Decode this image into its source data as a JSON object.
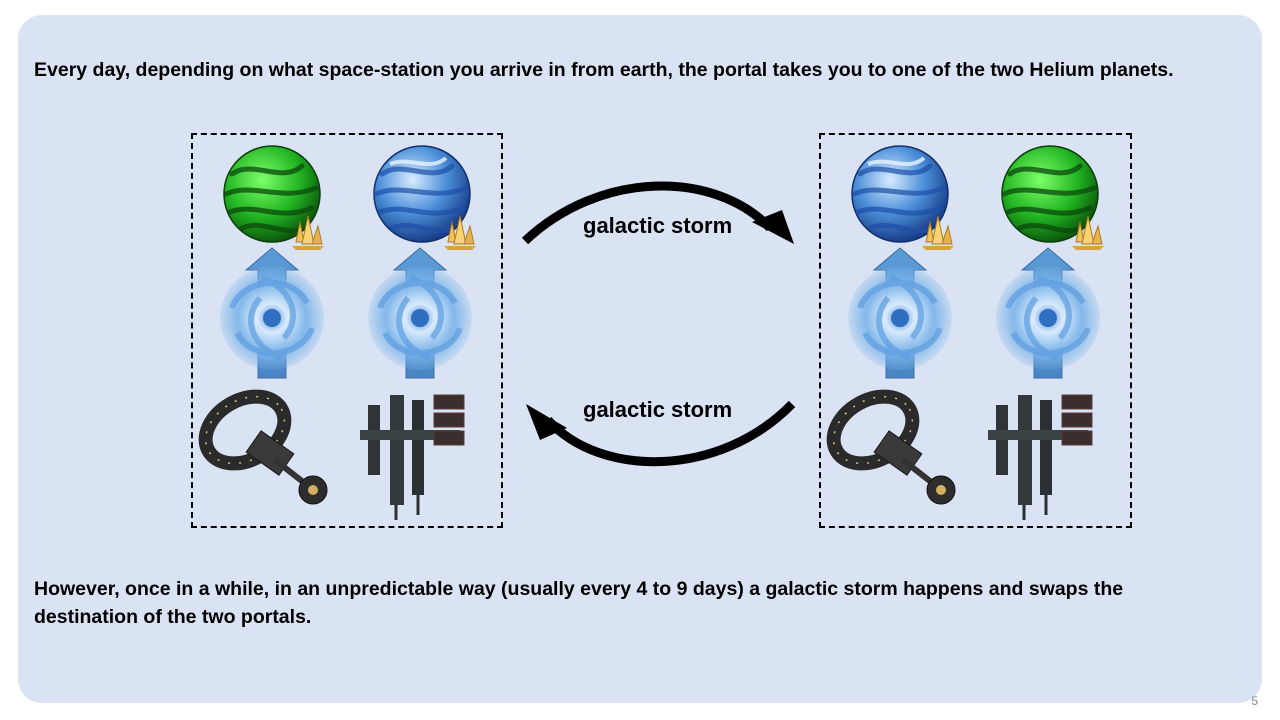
{
  "slide": {
    "intro_text": "Every day, depending on what space-station you arrive in from earth, the portal takes you to one of the two Helium planets.",
    "outro_text": "However, once in a while, in an unpredictable way (usually every 4 to 9 days) a galactic storm happens and swaps the destination of the two portals.",
    "storm_label_top": "galactic storm",
    "storm_label_bottom": "galactic storm",
    "page_number": "5"
  },
  "colors": {
    "panel": "#dae3f3",
    "green_planet": "#2fbf2f",
    "blue_planet": "#4a8fd8",
    "portal": "#7fb5e8",
    "arrow_up": "#5b9bd5",
    "station": "#2b2b2b"
  },
  "icons": {
    "planet_a": "green-planet-icon",
    "planet_b": "blue-planet-icon",
    "crystal": "crystal-icon",
    "portal": "portal-vortex-icon",
    "station_a": "ring-station-icon",
    "station_b": "tower-station-icon"
  }
}
